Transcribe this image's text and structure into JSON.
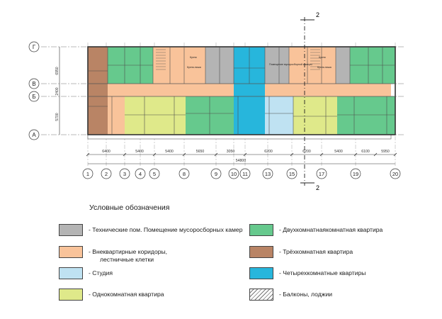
{
  "plan": {
    "axes_rows": [
      "Г",
      "В",
      "Б",
      "А"
    ],
    "axes_cols": [
      "1",
      "2",
      "3",
      "4",
      "5",
      "8",
      "9",
      "10",
      "11",
      "13",
      "15",
      "17",
      "19",
      "20"
    ],
    "section_mark": "2",
    "dimensions": [
      "6400",
      "5400",
      "5400",
      "5650",
      "3050",
      "6200",
      "6200",
      "5400",
      "6100",
      "5950"
    ],
    "total_dimension": "54800",
    "vertical_dims": [
      "6950",
      "2400",
      "5700"
    ],
    "room_labels": [
      "Кухня",
      "Кухня-ниша",
      "Помещение мусоросборной камеры",
      "Кухня",
      "Кухня-ниша"
    ]
  },
  "legend": {
    "title": "Условные обозначения",
    "items": [
      {
        "key": "technical",
        "text": "-  Технические пом. Помещение мусоросборных камер",
        "color": "#b4b4b4"
      },
      {
        "key": "corridors",
        "text": "- Внеквартирные коридоры,",
        "text2": "лестничные клетки",
        "color": "#f9c39a"
      },
      {
        "key": "studio",
        "text": "- Студия",
        "color": "#bfe2f2"
      },
      {
        "key": "one_room",
        "text": "- Однокомнатная квартира",
        "color": "#dfe98a"
      },
      {
        "key": "two_room",
        "text": "- Двухкомнатнаякомнатная квартира",
        "color": "#66c98d"
      },
      {
        "key": "three_room",
        "text": "- Трёхкомнатная квартира",
        "color": "#b98465"
      },
      {
        "key": "four_room",
        "text": "- Четырехкомнатные квартиры",
        "color": "#27b6dc"
      },
      {
        "key": "balcony",
        "text": "- Балконы, лоджии",
        "color": "#ffffff"
      }
    ]
  }
}
